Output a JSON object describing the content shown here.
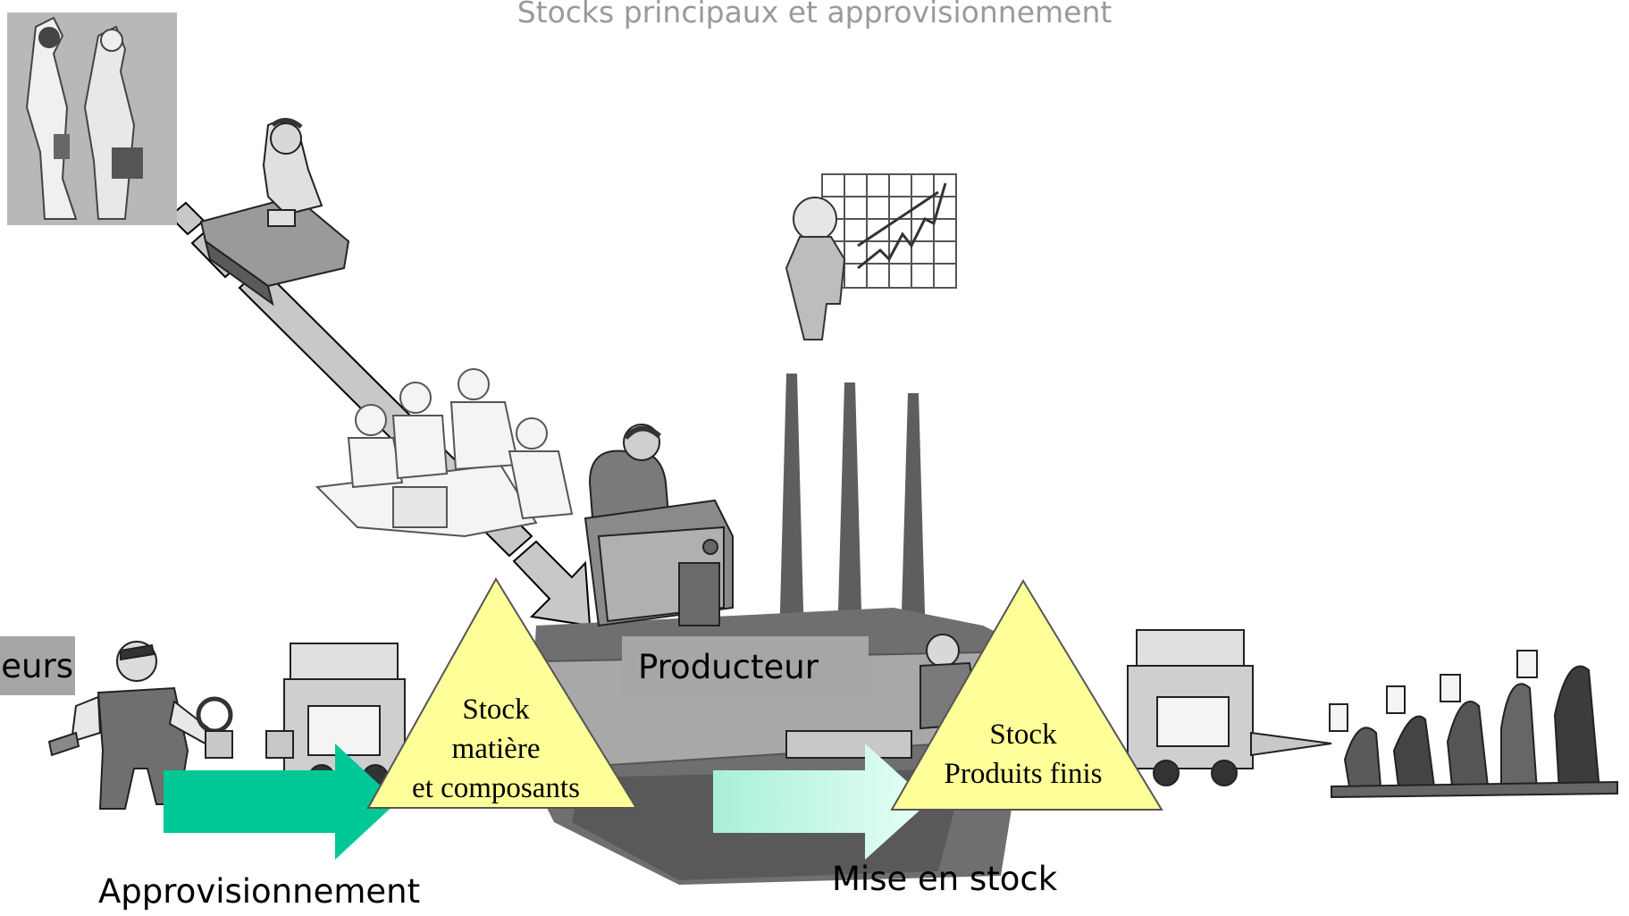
{
  "title": "Stocks principaux et approvisionnement",
  "labels": {
    "fournisseurs_partial": "eurs",
    "producteur": "Producteur"
  },
  "stock_matiere": {
    "line1": "Stock",
    "line2": "matière",
    "line3": "et composants"
  },
  "stock_produits": {
    "line1": "Stock",
    "line2": "Produits finis"
  },
  "captions": {
    "approvisionnement": "Approvisionnement",
    "mise_en_stock": "Mise en stock"
  },
  "colors": {
    "triangle_fill": "#ffff99",
    "arrow_dark": "#00c896",
    "arrow_light": "#c8fae8",
    "label_box": "#a6a6a6"
  },
  "icons": [
    "handshake-figures-icon",
    "telephone-desk-man-icon",
    "growth-chart-presenter-icon",
    "factory-chimneys-icon",
    "team-meeting-laptop-icon",
    "manager-desk-icon",
    "mechanic-worker-icon",
    "truck-icon",
    "customers-crowd-icon"
  ]
}
